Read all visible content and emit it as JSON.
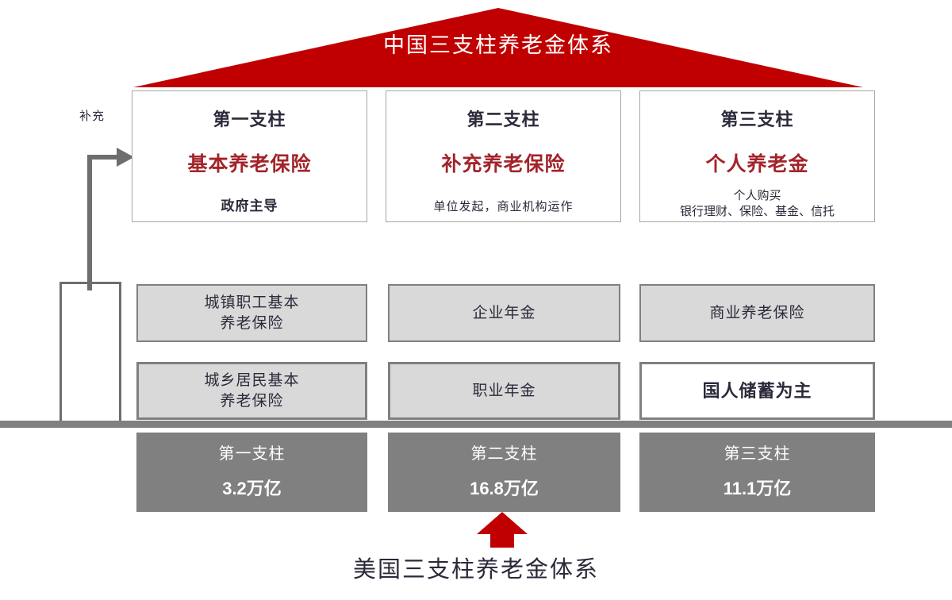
{
  "diagram": {
    "roof": {
      "title": "中国三支柱养老金体系",
      "color": "#c00000"
    },
    "supplement": {
      "label": "补充"
    },
    "pillars": [
      {
        "title": "第一支柱",
        "main": "基本养老保险",
        "sub": "政府主导",
        "sub_line2": ""
      },
      {
        "title": "第二支柱",
        "main": "补充养老保险",
        "sub": "单位发起，商业机构运作",
        "sub_line2": ""
      },
      {
        "title": "第三支柱",
        "main": "个人养老金",
        "sub": "个人购买",
        "sub_line2": "银行理财、保险、基金、信托"
      }
    ],
    "components": {
      "row1": [
        {
          "text_line1": "城镇职工基本",
          "text_line2": "养老保险",
          "style": "grey"
        },
        {
          "text_line1": "企业年金",
          "text_line2": "",
          "style": "grey"
        },
        {
          "text_line1": "商业养老保险",
          "text_line2": "",
          "style": "grey"
        }
      ],
      "row2": [
        {
          "text_line1": "城乡居民基本",
          "text_line2": "养老保险",
          "style": "grey"
        },
        {
          "text_line1": "职业年金",
          "text_line2": "",
          "style": "grey"
        },
        {
          "text_line1": "国人储蓄为主",
          "text_line2": "",
          "style": "white"
        }
      ]
    },
    "totals": [
      {
        "title": "第一支柱",
        "value": "3.2万亿"
      },
      {
        "title": "第二支柱",
        "value": "16.8万亿"
      },
      {
        "title": "第三支柱",
        "value": "11.1万亿"
      }
    ],
    "bottom_caption": "美国三支柱养老金体系",
    "colors": {
      "red": "#c00000",
      "dark_red_text": "#a3232a",
      "grey_fill": "#d9d9d9",
      "grey_border": "#808080",
      "dark_grey_fill": "#808080",
      "text": "#2a2a3a"
    }
  }
}
